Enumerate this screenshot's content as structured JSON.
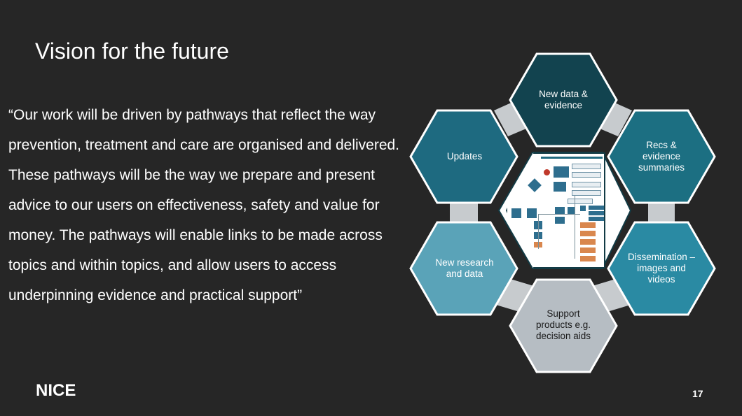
{
  "slide": {
    "title": "Vision for the future",
    "quote": "“Our work will be driven by pathways that reflect the way prevention, treatment and care are organised and delivered. These pathways will be the way we prepare and present advice to our users on effectiveness, safety and value for money. The pathways will enable links to be made across topics and within topics, and allow users to access underpinning evidence and practical support”",
    "logo": "NICE",
    "page_number": "17"
  },
  "hexagons": [
    {
      "id": "new-data",
      "label": "New data & evidence",
      "color": "#12434f"
    },
    {
      "id": "recs",
      "label": "Recs & evidence summaries",
      "color": "#1c6f82"
    },
    {
      "id": "dissemination",
      "label": "Dissemination – images and videos",
      "color": "#2a8aa3"
    },
    {
      "id": "support",
      "label": "Support products e.g. decision aids",
      "color": "#b6bdc3"
    },
    {
      "id": "new-research",
      "label": "New research and data",
      "color": "#5aa3b8"
    },
    {
      "id": "updates",
      "label": "Updates",
      "color": "#1e6a80"
    }
  ],
  "colors": {
    "background": "#262626",
    "hex_border": "#ffffff",
    "connector": "#c7cbce"
  }
}
